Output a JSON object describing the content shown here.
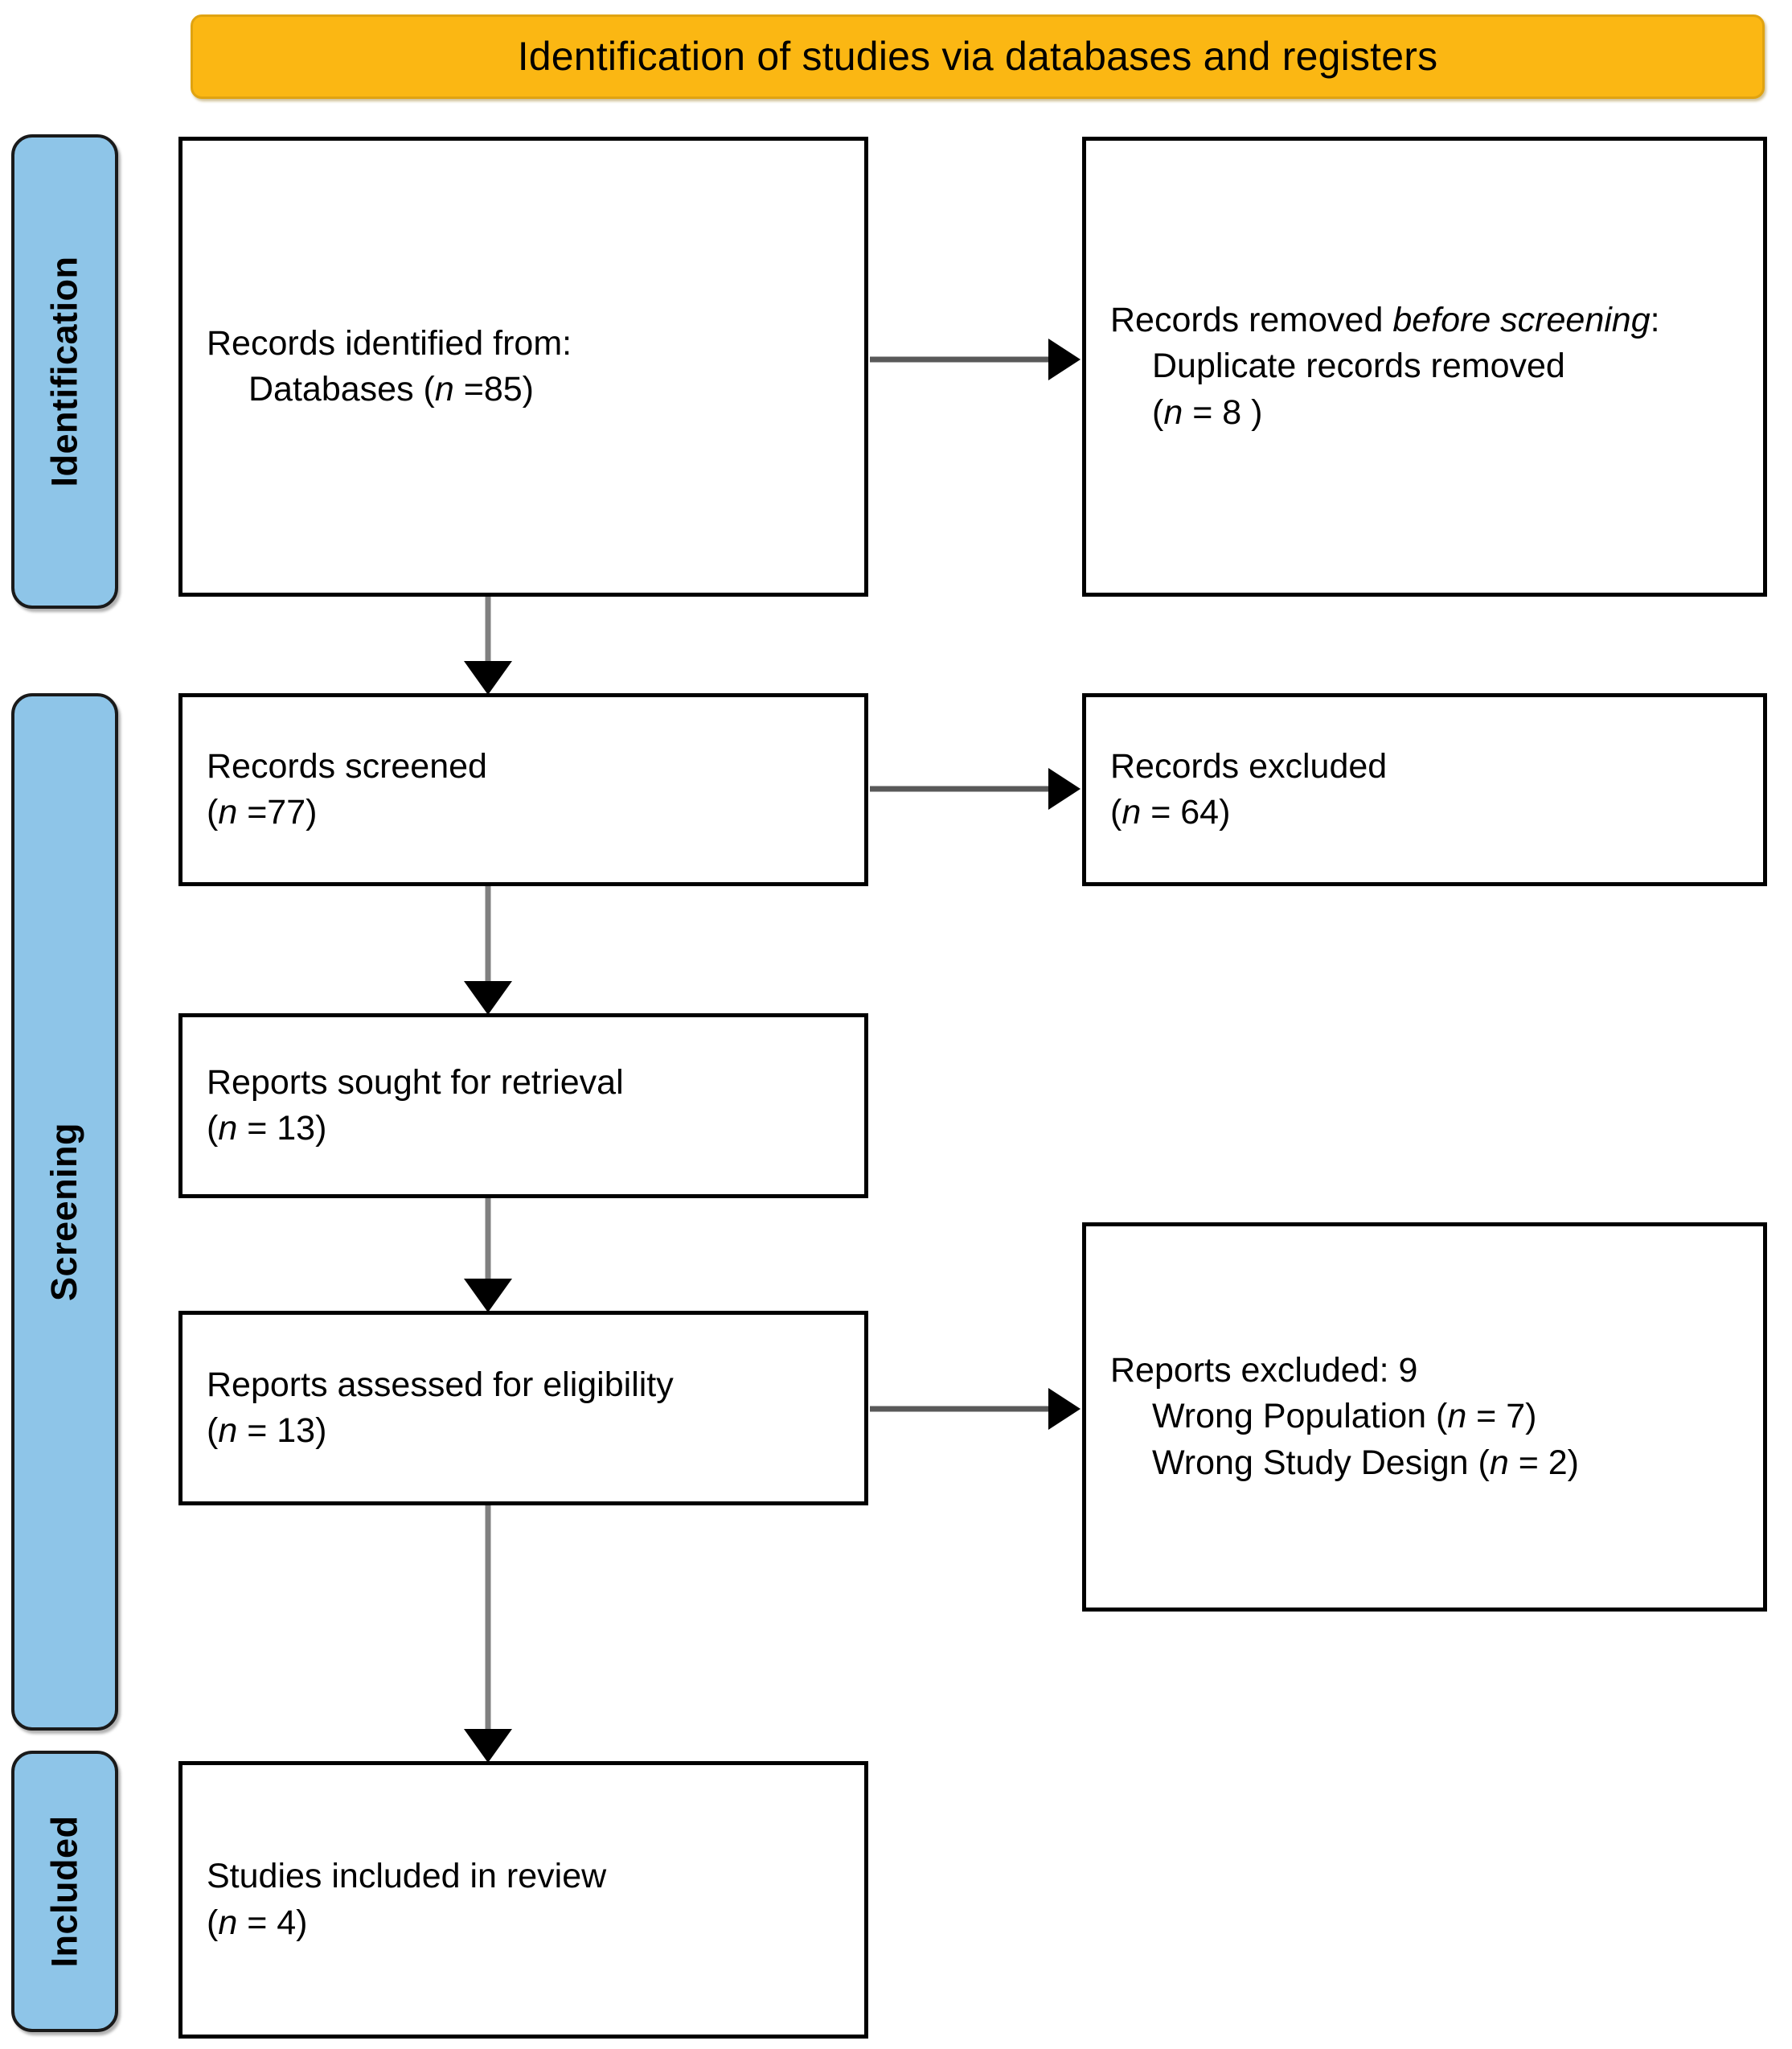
{
  "banner": {
    "title": "Identification of studies via databases and registers",
    "color": "#FBB713"
  },
  "stages": [
    {
      "id": "identification",
      "label": "Identification",
      "color": "#8EC5E8"
    },
    {
      "id": "screening",
      "label": "Screening",
      "color": "#8EC5E8"
    },
    {
      "id": "included",
      "label": "Included",
      "color": "#8EC5E8"
    }
  ],
  "boxes": {
    "identified": {
      "line1": "Records identified from:",
      "line2_prefix": "Databases (",
      "line2_italic": "n",
      "line2_suffix": " =85)"
    },
    "removed": {
      "line1_prefix": "Records removed ",
      "line1_italic": "before screening",
      "line1_suffix": ":",
      "line2": "Duplicate records removed",
      "line3_prefix": "(",
      "line3_italic": "n",
      "line3_suffix": " = 8 )"
    },
    "screened": {
      "line1": "Records screened",
      "line2_prefix": "(",
      "line2_italic": "n",
      "line2_suffix": " =77)"
    },
    "excluded": {
      "line1": "Records excluded",
      "line2_prefix": "(",
      "line2_italic": "n",
      "line2_suffix": " = 64)"
    },
    "sought": {
      "line1": "Reports sought for retrieval",
      "line2_prefix": "(",
      "line2_italic": "n",
      "line2_suffix": " = 13)"
    },
    "assessed": {
      "line1": "Reports assessed for eligibility",
      "line2_prefix": "(",
      "line2_italic": "n",
      "line2_suffix": " = 13)"
    },
    "reports_excluded": {
      "line1": "Reports excluded: 9",
      "line2_prefix": "Wrong Population (",
      "line2_italic": "n",
      "line2_suffix": " = 7)",
      "line3_prefix": "Wrong Study Design (",
      "line3_italic": "n",
      "line3_suffix": " = 2)"
    },
    "included": {
      "line1": "Studies included in review",
      "line2_prefix": "(",
      "line2_italic": "n",
      "line2_suffix": " = 4)"
    }
  },
  "chart_data": {
    "type": "diagram",
    "title": "Identification of studies via databases and registers",
    "diagram_kind": "PRISMA 2020 flow diagram",
    "stages": [
      "Identification",
      "Screening",
      "Included"
    ],
    "nodes": [
      {
        "id": "identified",
        "stage": "Identification",
        "label": "Records identified from: Databases",
        "n": 85
      },
      {
        "id": "removed",
        "stage": "Identification",
        "label": "Records removed before screening: Duplicate records removed",
        "n": 8
      },
      {
        "id": "screened",
        "stage": "Screening",
        "label": "Records screened",
        "n": 77
      },
      {
        "id": "excluded",
        "stage": "Screening",
        "label": "Records excluded",
        "n": 64
      },
      {
        "id": "sought",
        "stage": "Screening",
        "label": "Reports sought for retrieval",
        "n": 13
      },
      {
        "id": "assessed",
        "stage": "Screening",
        "label": "Reports assessed for eligibility",
        "n": 13
      },
      {
        "id": "reports_excluded",
        "stage": "Screening",
        "label": "Reports excluded",
        "n": 9,
        "reasons": [
          {
            "reason": "Wrong Population",
            "n": 7
          },
          {
            "reason": "Wrong Study Design",
            "n": 2
          }
        ]
      },
      {
        "id": "included",
        "stage": "Included",
        "label": "Studies included in review",
        "n": 4
      }
    ],
    "edges": [
      {
        "from": "identified",
        "to": "removed",
        "direction": "right"
      },
      {
        "from": "identified",
        "to": "screened",
        "direction": "down"
      },
      {
        "from": "screened",
        "to": "excluded",
        "direction": "right"
      },
      {
        "from": "screened",
        "to": "sought",
        "direction": "down"
      },
      {
        "from": "sought",
        "to": "assessed",
        "direction": "down"
      },
      {
        "from": "assessed",
        "to": "reports_excluded",
        "direction": "right"
      },
      {
        "from": "assessed",
        "to": "included",
        "direction": "down"
      }
    ]
  }
}
